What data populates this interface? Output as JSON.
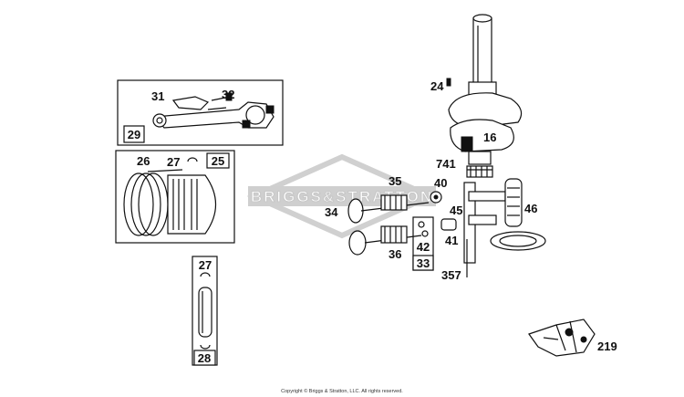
{
  "watermark": {
    "text": "BRIGGS&STRATTON"
  },
  "copyright": "Copyright © Briggs & Stratton, LLC. All rights reserved.",
  "part_labels": {
    "p16": "16",
    "p24": "24",
    "p25": "25",
    "p26": "26",
    "p27_upper": "27",
    "p27_lower": "27",
    "p28": "28",
    "p29": "29",
    "p31": "31",
    "p32": "32",
    "p33": "33",
    "p34": "34",
    "p35": "35",
    "p36": "36",
    "p40": "40",
    "p41": "41",
    "p42": "42",
    "p45": "45",
    "p46": "46",
    "p219": "219",
    "p357": "357",
    "p741": "741"
  }
}
